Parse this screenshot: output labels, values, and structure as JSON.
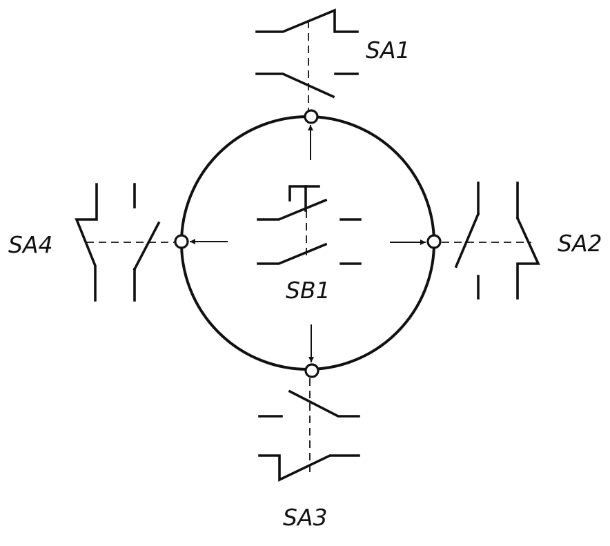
{
  "diagram": {
    "labels": {
      "sa1": "SA1",
      "sa2": "SA2",
      "sa3": "SA3",
      "sa4": "SA4",
      "sb1": "SB1"
    },
    "colors": {
      "stroke": "#111111",
      "background": "#ffffff"
    }
  }
}
